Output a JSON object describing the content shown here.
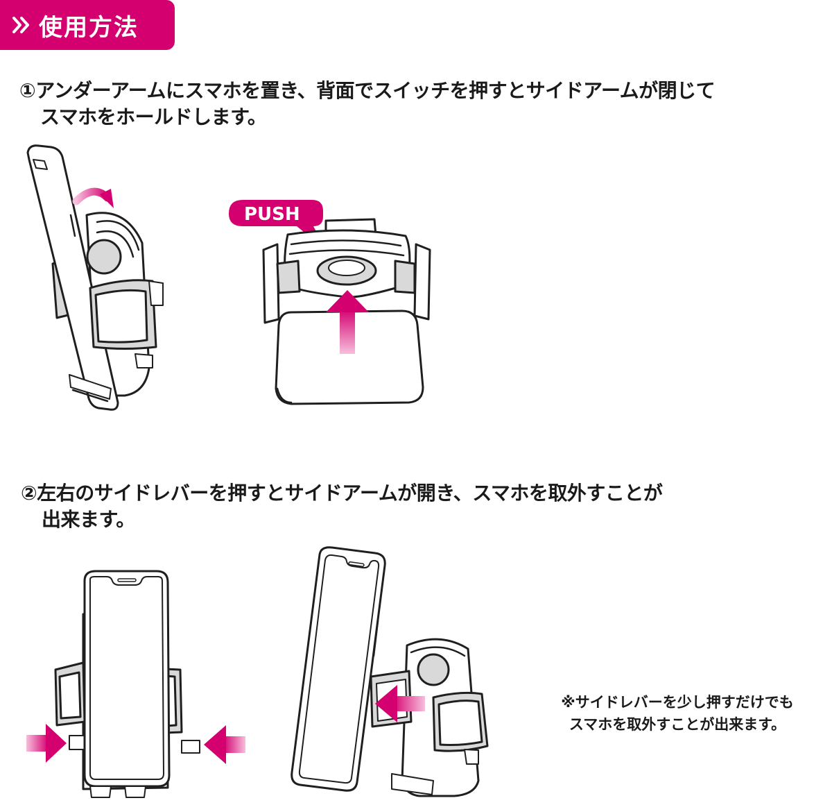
{
  "header": {
    "title": "使用方法",
    "icon": "double-chevron-right-icon",
    "accent_color": "#d4006f"
  },
  "steps": [
    {
      "line1": "①アンダーアームにスマホを置き、背面でスイッチを押すとサイドアームが閉じて",
      "line2": "スマホをホールドします。"
    },
    {
      "line1": "②左右のサイドレバーを押すとサイドアームが開き、スマホを取外すことが",
      "line2": "出来ます。"
    }
  ],
  "push_label": "PUSH",
  "note": {
    "line1": "※サイドレバーを少し押すだけでも",
    "line2": "スマホを取外すことが出来ます。"
  },
  "colors": {
    "arrow_gradient_start": "#f7bfdc",
    "arrow_gradient_end": "#d4006f"
  }
}
